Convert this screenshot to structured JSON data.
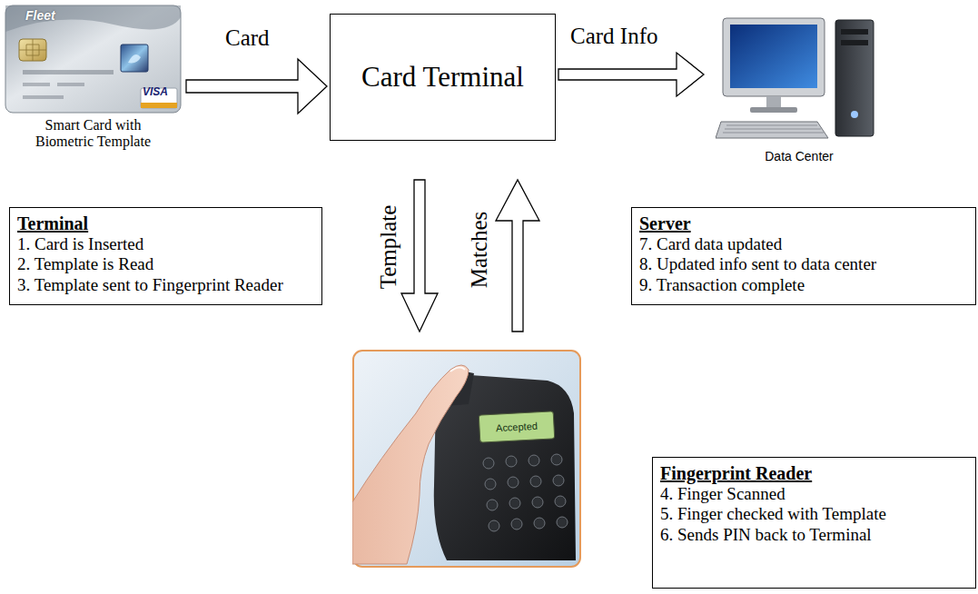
{
  "diagram": {
    "nodes": [
      {
        "text": [
          "Smart Card with Biometric Template"
        ]
      },
      {
        "text": [
          "Card Terminal"
        ]
      },
      {
        "text": [
          "Data Center"
        ]
      },
      {
        "text": [
          "Terminal",
          "1. Card is Inserted",
          "2. Template is Read",
          "3. Template sent to Fingerprint Reader"
        ]
      },
      {
        "text": [
          "Server",
          "7. Card data updated",
          "8. Updated info sent to data center",
          "9. Transaction complete"
        ]
      },
      {
        "text": [
          "Accepted"
        ]
      },
      {
        "text": [
          "Fingerprint Reader",
          "4. Finger Scanned",
          "5. Finger checked with Template",
          "6. Sends PIN back to Terminal"
        ]
      }
    ],
    "edges": [
      {
        "from": 0,
        "to": 1,
        "label": "Card",
        "arrow": "to"
      },
      {
        "from": 1,
        "to": 2,
        "label": "Card Info",
        "arrow": "to"
      },
      {
        "from": 1,
        "to": 5,
        "label": "Template",
        "arrow": "to"
      },
      {
        "from": 5,
        "to": 1,
        "label": "Matches",
        "arrow": "to"
      }
    ],
    "labels": [
      "Fleet",
      "VISA"
    ]
  }
}
